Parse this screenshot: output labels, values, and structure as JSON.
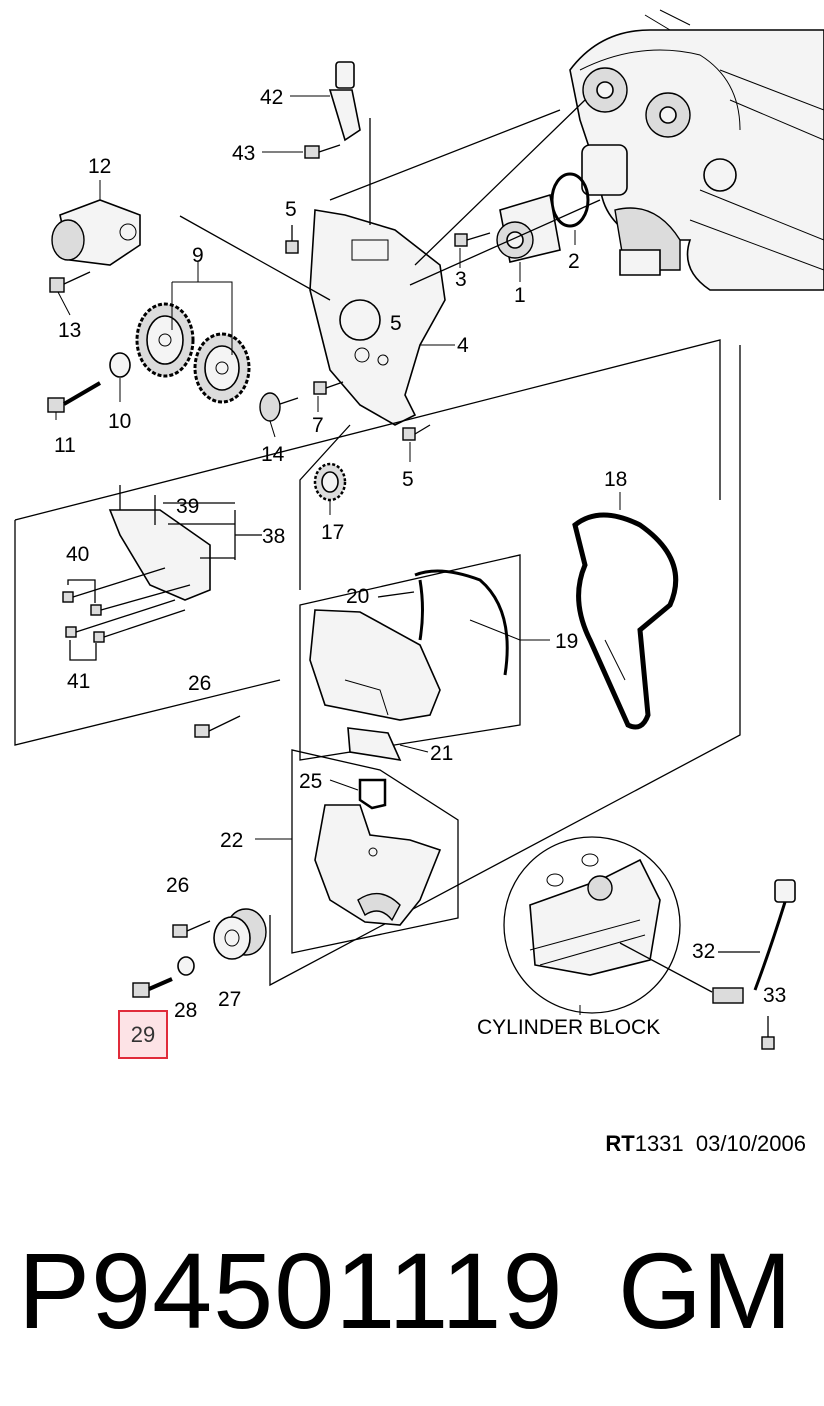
{
  "callouts": {
    "c1": "1",
    "c2": "2",
    "c3": "3",
    "c4": "4",
    "c5a": "5",
    "c5b": "5",
    "c5c": "5",
    "c7": "7",
    "c9": "9",
    "c10": "10",
    "c11": "11",
    "c12": "12",
    "c13": "13",
    "c14": "14",
    "c17": "17",
    "c18": "18",
    "c19": "19",
    "c20": "20",
    "c21": "21",
    "c22": "22",
    "c25": "25",
    "c26a": "26",
    "c26b": "26",
    "c27": "27",
    "c28": "28",
    "c29": "29",
    "c32": "32",
    "c33": "33",
    "c38": "38",
    "c39": "39",
    "c40": "40",
    "c41": "41",
    "c42": "42",
    "c43": "43"
  },
  "inset_label": "CYLINDER BLOCK",
  "reference": {
    "prefix": "RT",
    "code": "1331",
    "date": "03/10/2006"
  },
  "part_number": "P94501119",
  "brand": "GM",
  "highlight": {
    "callout": "29",
    "color": "#e02b3a",
    "fill": "#fde3e6"
  }
}
